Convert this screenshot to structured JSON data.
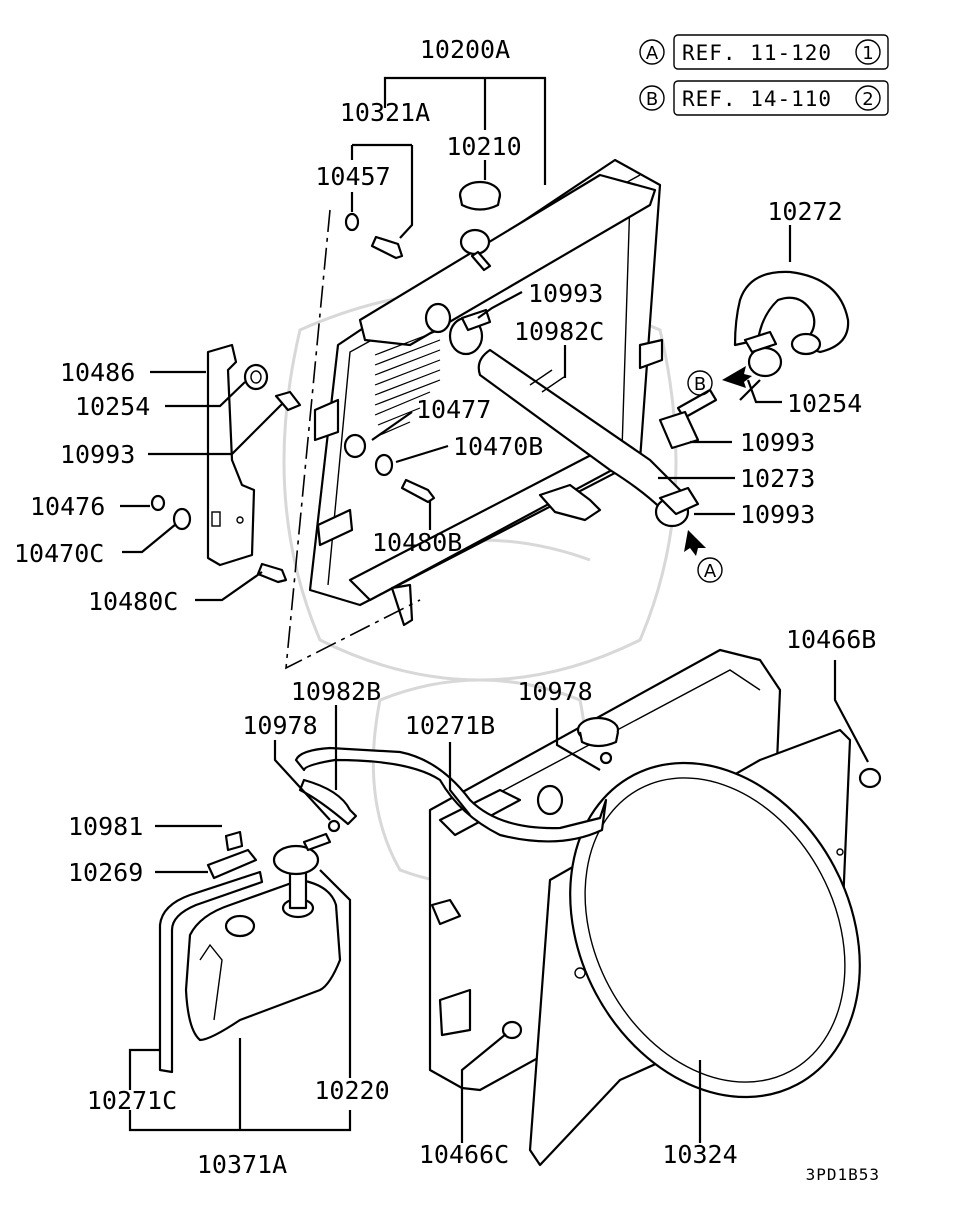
{
  "diagram": {
    "drawing_code": "3PD1B53",
    "references": [
      {
        "marker": "A",
        "text": "REF. 11-120",
        "index": "1"
      },
      {
        "marker": "B",
        "text": "REF. 14-110",
        "index": "2"
      }
    ],
    "flow_markers": [
      "B",
      "A"
    ],
    "part_labels": [
      "10200A",
      "10321A",
      "10210",
      "10457",
      "10272",
      "10993",
      "10982C",
      "10486",
      "10254",
      "10477",
      "10254",
      "10993",
      "10470B",
      "10993",
      "10273",
      "10476",
      "10993",
      "10470C",
      "10480B",
      "10480C",
      "10466B",
      "10982B",
      "10978",
      "10978",
      "10271B",
      "10981",
      "10269",
      "10220",
      "10271C",
      "10371A",
      "10466C",
      "10324"
    ]
  }
}
